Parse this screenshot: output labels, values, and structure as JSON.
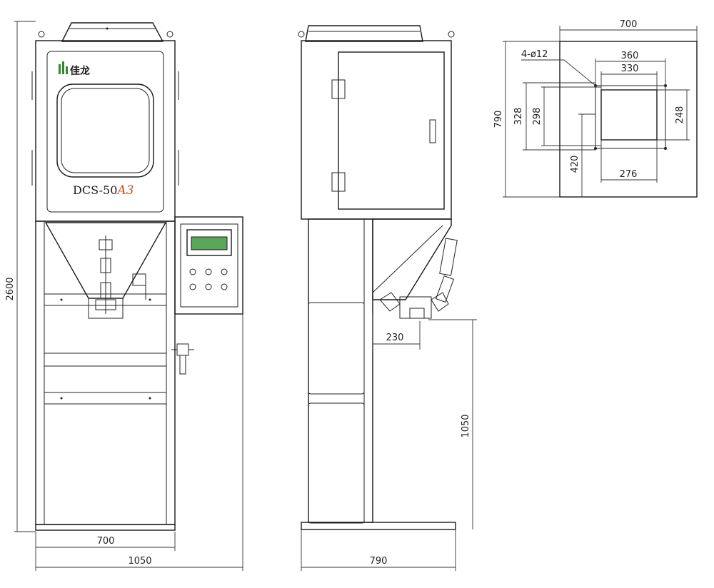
{
  "brand": {
    "name": "佳龙",
    "logo_color": "#2e8b2e"
  },
  "machine": {
    "model_prefix": "DCS-50",
    "model_suffix": "A3",
    "suffix_color": "#c8501e"
  },
  "front_view": {
    "dim_height": "2600",
    "dim_width_inner": "700",
    "dim_width_total": "1050"
  },
  "side_view": {
    "dim_width": "790",
    "dim_spout_offset": "230",
    "dim_spout_height": "1050"
  },
  "top_plate": {
    "dim_outer_width": "700",
    "dim_hole_spacing_x": "360",
    "dim_inner_x": "330",
    "dim_hole_label": "4-ø12",
    "dim_outer_height": "790",
    "dim_hole_spacing_y": "328",
    "dim_inner_y": "298",
    "dim_opening_h": "248",
    "dim_offset": "420",
    "dim_opening_w": "276"
  }
}
